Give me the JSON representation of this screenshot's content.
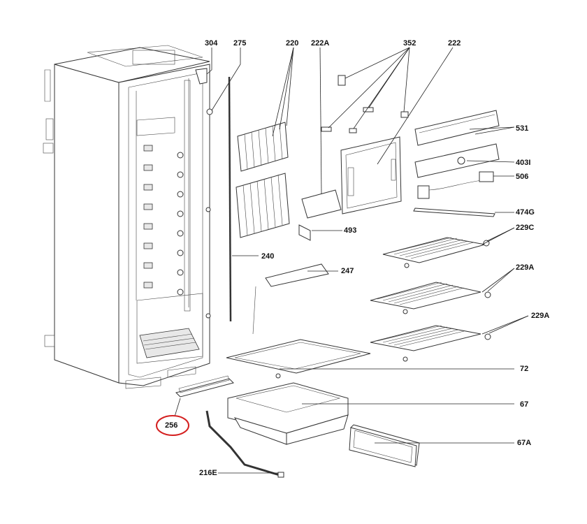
{
  "labels": {
    "l304": "304",
    "l275": "275",
    "l220": "220",
    "l222A": "222A",
    "l352": "352",
    "l222": "222",
    "l531": "531",
    "l403I": "403I",
    "l506": "506",
    "l474G": "474G",
    "l229C": "229C",
    "l229A_1": "229A",
    "l229A_2": "229A",
    "l493": "493",
    "l240": "240",
    "l247": "247",
    "l72": "72",
    "l67": "67",
    "l67A": "67A",
    "l256": "256",
    "l216E": "216E"
  },
  "highlight": {
    "label": "256",
    "color": "#d42020"
  }
}
